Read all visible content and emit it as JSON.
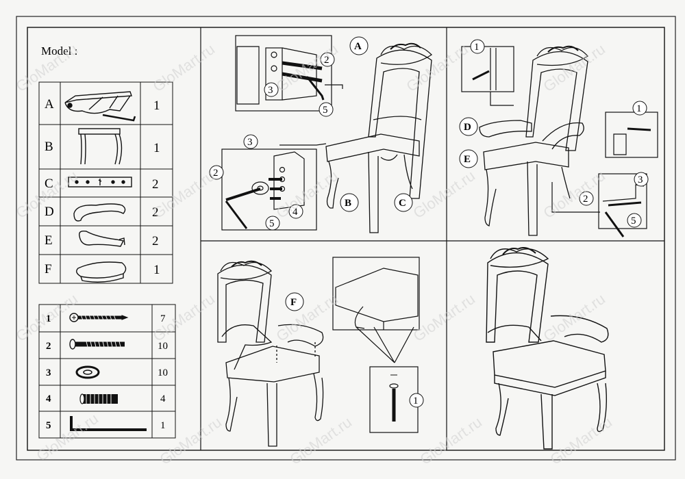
{
  "model_label": "Model :",
  "parts": [
    {
      "letter": "A",
      "qty": "1",
      "icon": "chair-back-frame"
    },
    {
      "letter": "B",
      "qty": "1",
      "icon": "front-legs-frame"
    },
    {
      "letter": "C",
      "qty": "2",
      "icon": "side-rail"
    },
    {
      "letter": "D",
      "qty": "2",
      "icon": "armrest"
    },
    {
      "letter": "E",
      "qty": "2",
      "icon": "arm-support"
    },
    {
      "letter": "F",
      "qty": "1",
      "icon": "seat-cushion"
    }
  ],
  "hardware": [
    {
      "num": "1",
      "qty": "7",
      "icon": "wood-screw"
    },
    {
      "num": "2",
      "qty": "10",
      "icon": "bolt"
    },
    {
      "num": "3",
      "qty": "10",
      "icon": "washer"
    },
    {
      "num": "4",
      "qty": "4",
      "icon": "dowel"
    },
    {
      "num": "5",
      "qty": "1",
      "icon": "allen-key"
    }
  ],
  "callouts": {
    "A": "A",
    "B": "B",
    "C": "C",
    "D": "D",
    "E": "E",
    "F": "F",
    "n1": "1",
    "n2": "2",
    "n3": "3",
    "n4": "4",
    "n5": "5"
  },
  "watermark": "GloMart.ru"
}
